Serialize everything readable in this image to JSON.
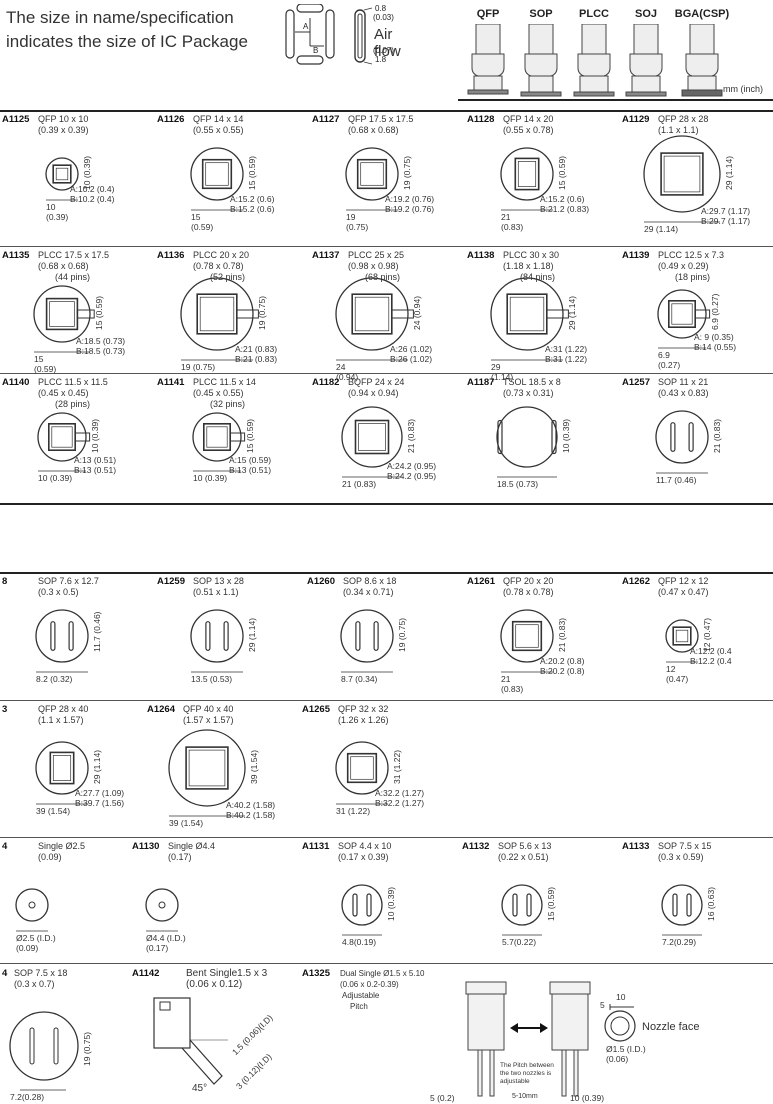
{
  "intro": {
    "line1": "The size in name/specification",
    "line2": "indicates the size of IC Package"
  },
  "airflow": {
    "label": "Air flow",
    "dim_top": "0.8",
    "dim_top_in": "(0.03)",
    "dim_bot_in": "(0.07)",
    "dim_bot": "1.8",
    "a": "A",
    "b": "B"
  },
  "packages": [
    "QFP",
    "SOP",
    "PLCC",
    "SOJ",
    "BGA(CSP)"
  ],
  "units": "mm (inch)",
  "rows": [
    [
      {
        "code": "A1125",
        "spec": "QFP 10 x 10",
        "spec_in": "(0.39 x 0.39)",
        "v": "10",
        "v_in": "(0.39)",
        "b": "10",
        "b_in": "(0.39)",
        "ab1": "A:10.2 (0.4)",
        "ab2": "B:10.2 (0.4)"
      },
      {
        "code": "A1126",
        "spec": "QFP 14 x 14",
        "spec_in": "(0.55 x 0.55)",
        "v": "15",
        "v_in": "(0.59)",
        "b": "15",
        "b_in": "(0.59)",
        "ab1": "A:15.2 (0.6)",
        "ab2": "B:15.2 (0.6)"
      },
      {
        "code": "A1127",
        "spec": "QFP 17.5 x 17.5",
        "spec_in": "(0.68 x 0.68)",
        "v": "19",
        "v_in": "(0.75)",
        "b": "19",
        "b_in": "(0.75)",
        "ab1": "A:19.2 (0.76)",
        "ab2": "B:19.2 (0.76)"
      },
      {
        "code": "A1128",
        "spec": "QFP 14 x 20",
        "spec_in": "(0.55 x 0.78)",
        "v": "15",
        "v_in": "(0.59)",
        "b": "21",
        "b_in": "(0.83)",
        "ab1": "A:15.2 (0.6)",
        "ab2": "B:21.2 (0.83)"
      },
      {
        "code": "A1129",
        "spec": "QFP 28 x 28",
        "spec_in": "(1.1 x 1.1)",
        "v": "29",
        "v_in": "(1.14)",
        "b": "29 (1.14)",
        "b_in": "",
        "ab1": "A:29.7 (1.17)",
        "ab2": "B:29.7 (1.17)"
      }
    ],
    [
      {
        "code": "A1135",
        "spec": "PLCC 17.5 x 17.5",
        "spec_in": "(0.68 x 0.68)",
        "pins": "(44 pins)",
        "v": "15",
        "v_in": "(0.59)",
        "b": "15",
        "b_in": "(0.59)",
        "ab1": "A:18.5 (0.73)",
        "ab2": "B:18.5 (0.73)"
      },
      {
        "code": "A1136",
        "spec": "PLCC 20 x 20",
        "spec_in": "(0.78 x 0.78)",
        "pins": "(52 pins)",
        "v": "19",
        "v_in": "(0.75)",
        "b": "19 (0.75)",
        "b_in": "",
        "ab1": "A:21 (0.83)",
        "ab2": "B:21 (0.83)"
      },
      {
        "code": "A1137",
        "spec": "PLCC 25 x 25",
        "spec_in": "(0.98 x 0.98)",
        "pins": "(68 pins)",
        "v": "24",
        "v_in": "(0.94)",
        "b": "24",
        "b_in": "(0.94)",
        "ab1": "A:26 (1.02)",
        "ab2": "B:26 (1.02)"
      },
      {
        "code": "A1138",
        "spec": "PLCC 30 x 30",
        "spec_in": "(1.18 x 1.18)",
        "pins": "(84 pins)",
        "v": "29",
        "v_in": "(1.14)",
        "b": "29",
        "b_in": "(1.14)",
        "ab1": "A:31 (1.22)",
        "ab2": "B:31 (1.22)"
      },
      {
        "code": "A1139",
        "spec": "PLCC 12.5 x 7.3",
        "spec_in": "(0.49 x 0.29)",
        "pins": "(18 pins)",
        "v": "6.9",
        "v_in": "(0.27)",
        "b": "6.9",
        "b_in": "(0.27)",
        "ab1": "A: 9 (0.35)",
        "ab2": "B:14 (0.55)"
      }
    ],
    [
      {
        "code": "A1140",
        "spec": "PLCC 11.5 x 11.5",
        "spec_in": "(0.45 x 0.45)",
        "pins": "(28 pins)",
        "v": "10",
        "v_in": "(0.39)",
        "b": "10 (0.39)",
        "b_in": "",
        "ab1": "A:13 (0.51)",
        "ab2": "B:13 (0.51)"
      },
      {
        "code": "A1141",
        "spec": "PLCC 11.5 x 14",
        "spec_in": "(0.45 x 0.55)",
        "pins": "(32 pins)",
        "v": "15",
        "v_in": "(0.59)",
        "b": "10 (0.39)",
        "b_in": "",
        "ab1": "A:15 (0.59)",
        "ab2": "B:13 (0.51)"
      },
      {
        "code": "A1182",
        "spec": "BQFP 24 x 24",
        "spec_in": "(0.94 x 0.94)",
        "v": "21",
        "v_in": "(0.83)",
        "b": "21 (0.83)",
        "b_in": "",
        "ab1": "A:24.2 (0.95)",
        "ab2": "B:24.2 (0.95)"
      },
      {
        "code": "A1187",
        "spec": "TSOL 18.5 x 8",
        "spec_in": "(0.73 x 0.31)",
        "v": "10",
        "v_in": "(0.39)",
        "b": "18.5 (0.73)",
        "b_in": "",
        "ab1": "",
        "ab2": ""
      },
      {
        "code": "A1257",
        "spec": "SOP 11 x 21",
        "spec_in": "(0.43 x 0.83)",
        "v": "21",
        "v_in": "(0.83)",
        "b": "11.7 (0.46)",
        "b_in": "",
        "ab1": "",
        "ab2": ""
      }
    ],
    [
      {
        "code": "8",
        "spec": "SOP 7.6 x 12.7",
        "spec_in": "(0.3 x 0.5)",
        "v": "11.7",
        "v_in": "(0.46)",
        "b": "8.2 (0.32)",
        "b_in": "",
        "ab1": "",
        "ab2": ""
      },
      {
        "code": "A1259",
        "spec": "SOP 13 x 28",
        "spec_in": "(0.51 x 1.1)",
        "v": "29",
        "v_in": "(1.14)",
        "b": "13.5 (0.53)",
        "b_in": "",
        "ab1": "",
        "ab2": ""
      },
      {
        "code": "A1260",
        "spec": "SOP 8.6 x 18",
        "spec_in": "(0.34 x 0.71)",
        "v": "19",
        "v_in": "(0.75)",
        "b": "8.7 (0.34)",
        "b_in": "",
        "ab1": "",
        "ab2": ""
      },
      {
        "code": "A1261",
        "spec": "QFP 20 x 20",
        "spec_in": "(0.78 x 0.78)",
        "v": "21",
        "v_in": "(0.83)",
        "b": "21",
        "b_in": "(0.83)",
        "ab1": "A:20.2 (0.8)",
        "ab2": "B:20.2 (0.8)"
      },
      {
        "code": "A1262",
        "spec": "QFP 12 x 12",
        "spec_in": "(0.47 x 0.47)",
        "v": "12",
        "v_in": "(0.47)",
        "b": "12",
        "b_in": "(0.47)",
        "ab1": "A:12.2 (0.4",
        "ab2": "B:12.2 (0.4"
      }
    ],
    [
      {
        "code": "3",
        "spec": "QFP 28 x 40",
        "spec_in": "(1.1 x 1.57)",
        "v": "29",
        "v_in": "(1.14)",
        "b": "39 (1.54)",
        "b_in": "",
        "ab1": "A:27.7 (1.09)",
        "ab2": "B:39.7 (1.56)"
      },
      {
        "code": "A1264",
        "spec": "QFP 40 x 40",
        "spec_in": "(1.57 x 1.57)",
        "v": "39",
        "v_in": "(1.54)",
        "b": "39 (1.54)",
        "b_in": "",
        "ab1": "A:40.2 (1.58)",
        "ab2": "B:40.2 (1.58)"
      },
      {
        "code": "A1265",
        "spec": "QFP 32 x 32",
        "spec_in": "(1.26 x 1.26)",
        "v": "31",
        "v_in": "(1.22)",
        "b": "31 (1.22)",
        "b_in": "",
        "ab1": "A:32.2 (1.27)",
        "ab2": "B:32.2 (1.27)"
      }
    ],
    [
      {
        "code": "4",
        "spec": "Single Ø2.5",
        "spec_in": "(0.09)",
        "v": "",
        "v_in": "",
        "b": "Ø2.5 (I.D.)",
        "b_in": "(0.09)",
        "ab1": "",
        "ab2": ""
      },
      {
        "code": "A1130",
        "spec": "Single Ø4.4",
        "spec_in": "(0.17)",
        "v": "",
        "v_in": "",
        "b": "Ø4.4 (I.D.)",
        "b_in": "(0.17)",
        "ab1": "",
        "ab2": ""
      },
      {
        "code": "A1131",
        "spec": "SOP 4.4 x 10",
        "spec_in": "(0.17 x 0.39)",
        "v": "10",
        "v_in": "(0.39)",
        "b": "4.8(0.19)",
        "b_in": "",
        "ab1": "",
        "ab2": ""
      },
      {
        "code": "A1132",
        "spec": "SOP 5.6 x 13",
        "spec_in": "(0.22 x 0.51)",
        "v": "15",
        "v_in": "(0.59)",
        "b": "5.7(0.22)",
        "b_in": "",
        "ab1": "",
        "ab2": ""
      },
      {
        "code": "A1133",
        "spec": "SOP 7.5 x 15",
        "spec_in": "(0.3 x 0.59)",
        "v": "16",
        "v_in": "(0.63)",
        "b": "7.2(0.29)",
        "b_in": "",
        "ab1": "",
        "ab2": ""
      }
    ]
  ],
  "last_row": {
    "c1": {
      "code": "4",
      "spec": "SOP 7.5 x 18",
      "spec_in": "(0.3 x 0.7)",
      "v": "19",
      "v_in": "(0.75)",
      "b": "7.2(0.28)"
    },
    "c2": {
      "code": "A1142",
      "spec": "Bent Single1.5 x 3",
      "spec_in": "(0.06 x 0.12)",
      "angle": "45°",
      "d1": "1.5",
      "d1_in": "(0.06)(I.D)",
      "d2": "3",
      "d2_in": "(0.12)(I.D)"
    },
    "c3": {
      "code": "A1325",
      "spec": "Dual Single Ø1.5 x 5.10",
      "spec_in": "(0.06 x 0.2-0.39)",
      "spec2": "Adjustable",
      "spec3": "Pitch",
      "pitch_note1": "The Pitch between",
      "pitch_note2": "the two nozzles is",
      "pitch_note3": "adjustable",
      "pitch_range": "5-10mm",
      "dim_left": "5 (0.2)",
      "dim_right": "10 (0.39)",
      "top_10": "10",
      "top_5": "5",
      "face_label": "Nozzle face",
      "face_d": "Ø1.5 (I.D.)",
      "face_d_in": "(0.06)"
    }
  }
}
